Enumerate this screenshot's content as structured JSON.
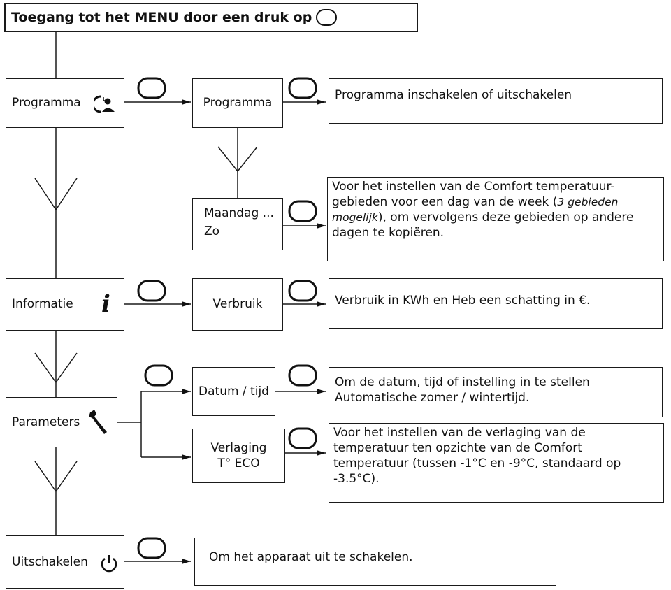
{
  "title": "Toegang tot het MENU door een druk op",
  "menu": {
    "programma": {
      "label": "Programma",
      "icon": "program-clock-icon"
    },
    "informatie": {
      "label": "Informatie",
      "icon": "info-i-icon"
    },
    "parameters": {
      "label": "Parameters",
      "icon": "wrench-icon"
    },
    "uitschakelen": {
      "label": "Uitschakelen",
      "icon": "power-icon"
    }
  },
  "sub": {
    "programma": "Programma",
    "maandag_line1": "Maandag ...",
    "maandag_line2": "Zo",
    "verbruik": "Verbruik",
    "datum": "Datum / tijd",
    "verlaging_line1": "Verlaging",
    "verlaging_line2": "T° ECO"
  },
  "desc": {
    "programma": "Programma inschakelen of uitschakelen",
    "maandag_a": "Voor het instellen van de Comfort temperatuur-gebieden voor een dag van de week (",
    "maandag_em": "3 gebieden mogelijk",
    "maandag_b": "), om vervolgens deze gebieden op andere dagen te kopiëren.",
    "verbruik": "Verbruik in KWh en Heb een schatting in €.",
    "datum_line1": "Om de datum, tijd of instelling in te stellen",
    "datum_line2": "Automatische zomer / wintertijd.",
    "verlaging": "Voor het instellen van de verlaging van de temperatuur ten opzichte van de Comfort temperatuur (tussen -1°C en -9°C, standaard op -3.5°C).",
    "uitschakelen": "Om het apparaat uit te schakelen."
  }
}
